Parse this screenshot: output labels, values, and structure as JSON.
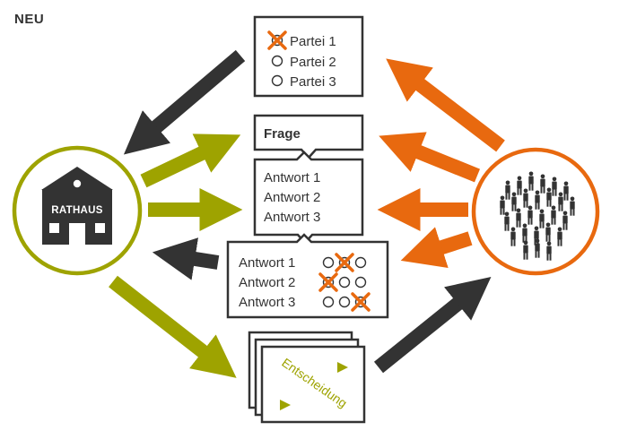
{
  "corner_label": "NEU",
  "townhall": {
    "label": "RATHAUS"
  },
  "party_ballot": {
    "items": [
      "Partei 1",
      "Partei 2",
      "Partei 3"
    ]
  },
  "question_box": {
    "label": "Frage"
  },
  "answers_box": {
    "items": [
      "Antwort 1",
      "Antwort 2",
      "Antwort 3"
    ]
  },
  "rating_box": {
    "items": [
      "Antwort 1",
      "Antwort 2",
      "Antwort 3"
    ]
  },
  "decision_stack": {
    "label": "Entscheidung"
  },
  "colors": {
    "olive": "#9ea300",
    "orange": "#e8690f",
    "dark": "#333333"
  }
}
